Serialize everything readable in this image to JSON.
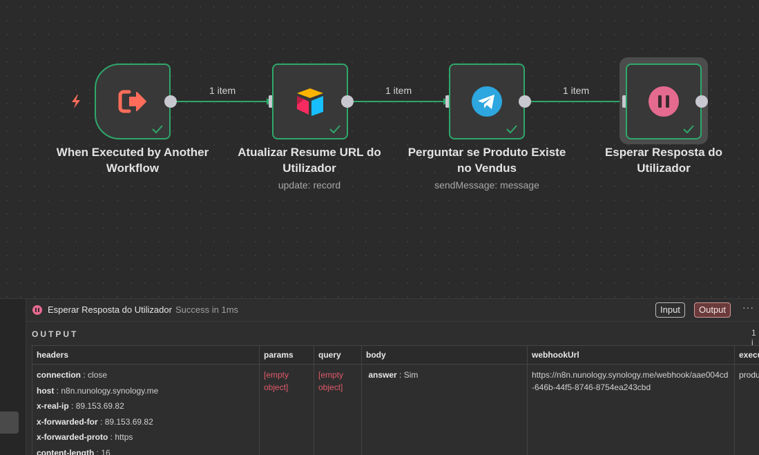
{
  "nodes": [
    {
      "title": "When Executed by Another Workflow",
      "subtitle": ""
    },
    {
      "title": "Atualizar Resume URL do Utilizador",
      "subtitle": "update: record"
    },
    {
      "title": "Perguntar se Produto Existe no Vendus",
      "subtitle": "sendMessage: message"
    },
    {
      "title": "Esperar Resposta do Utilizador",
      "subtitle": ""
    }
  ],
  "edges": [
    {
      "label": "1 item"
    },
    {
      "label": "1 item"
    },
    {
      "label": "1 item"
    }
  ],
  "colors": {
    "success": "#2fa86b",
    "trigger_icon": "#ff6d5a",
    "telegram": "#2ea6df",
    "wait": "#e56a8f"
  },
  "panel": {
    "title": "Esperar Resposta do Utilizador",
    "status": "Success in 1ms",
    "input_label": "Input",
    "output_label": "Output",
    "more": "···",
    "section": "OUTPUT",
    "count": "1 i",
    "columns": [
      "headers",
      "params",
      "query",
      "body",
      "webhookUrl",
      "execu"
    ],
    "headers": [
      {
        "key": "connection",
        "value": "close"
      },
      {
        "key": "host",
        "value": "n8n.nunology.synology.me"
      },
      {
        "key": "x-real-ip",
        "value": "89.153.69.82"
      },
      {
        "key": "x-forwarded-for",
        "value": "89.153.69.82"
      },
      {
        "key": "x-forwarded-proto",
        "value": "https"
      },
      {
        "key": "content-length",
        "value": "16"
      }
    ],
    "params": "[empty object]",
    "query": "[empty object]",
    "body": {
      "key": "answer",
      "value": "Sim"
    },
    "webhookUrl": "https://n8n.nunology.synology.me/webhook/aae004cd-646b-44f5-8746-8754ea243cbd",
    "execution": "produ"
  }
}
